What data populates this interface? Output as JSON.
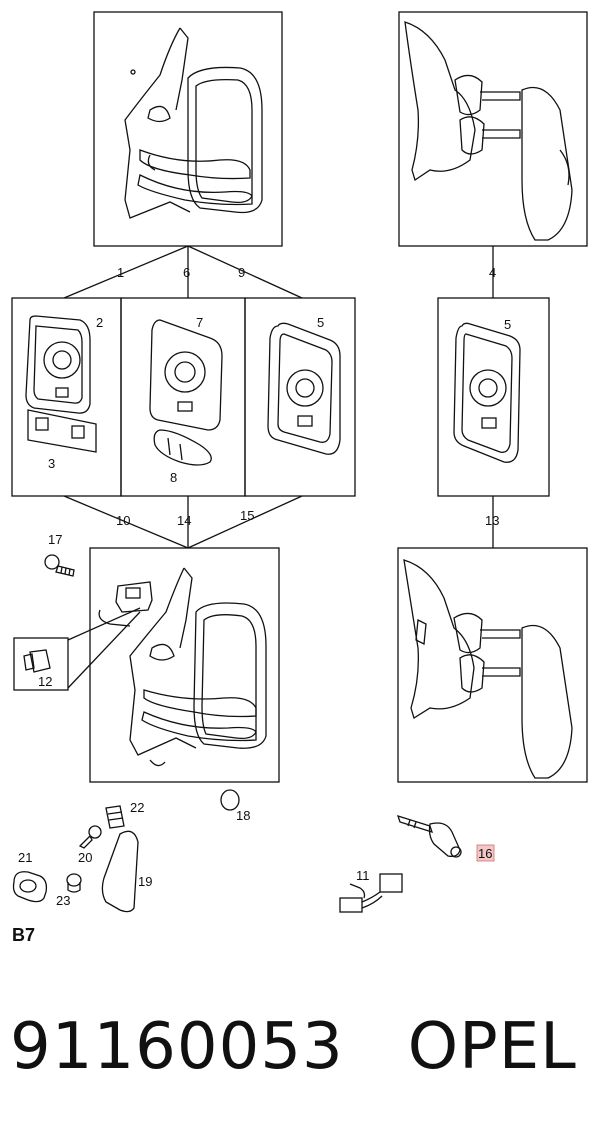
{
  "callouts": {
    "c1": "1",
    "c2": "2",
    "c3": "3",
    "c4": "4",
    "c5a": "5",
    "c5b": "5",
    "c6": "6",
    "c7": "7",
    "c8": "8",
    "c9": "9",
    "c10": "10",
    "c11": "11",
    "c12": "12",
    "c13": "13",
    "c14": "14",
    "c15": "15",
    "c16": "16",
    "c17": "17",
    "c18": "18",
    "c19": "19",
    "c20": "20",
    "c21": "21",
    "c22": "22",
    "c23": "23"
  },
  "section_code": "B7",
  "part_number": "91160053",
  "brand": "OPEL",
  "highlight_color": "#f4c7c7"
}
